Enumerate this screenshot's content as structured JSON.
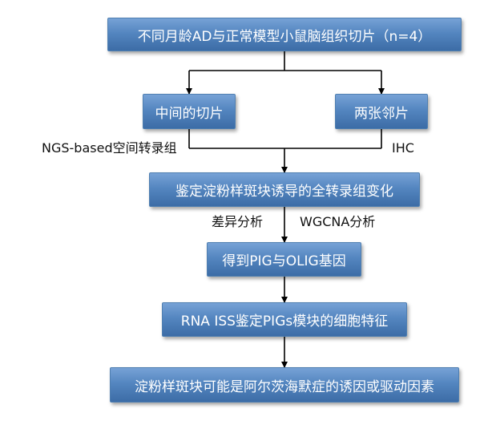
{
  "nodes": {
    "top": "不同月龄AD与正常模型小鼠脑组织切片（n=4）",
    "middle_slice": "中间的切片",
    "adjacent_slices": "两张邻片",
    "identify_changes": "鉴定淀粉样斑块诱导的全转录组变化",
    "pig_olig": "得到PIG与OLIG基因",
    "rna_iss": "RNA ISS鉴定PIGs模块的细胞特征",
    "conclusion": "淀粉样斑块可能是阿尔茨海默症的诱因或驱动因素"
  },
  "edge_labels": {
    "ngs": "NGS-based空间转录组",
    "ihc": "IHC",
    "diff": "差异分析",
    "wgcna": "WGCNA分析"
  },
  "colors": {
    "box_fill_top": "#77a2d6",
    "box_fill_bottom": "#3c6ca6",
    "box_text": "#ffffff",
    "line": "#000000"
  }
}
